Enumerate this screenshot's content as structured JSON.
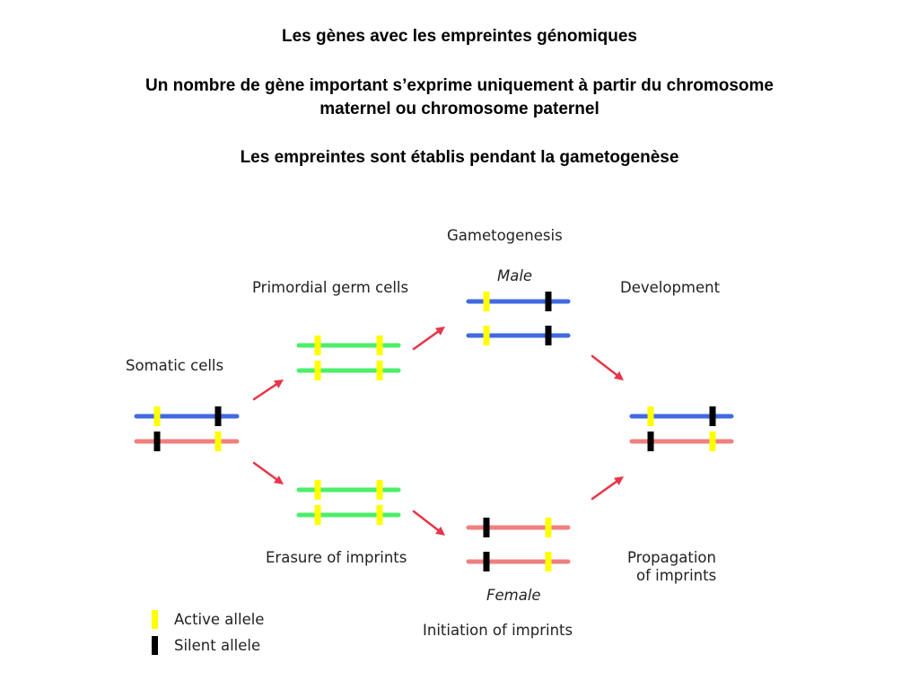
{
  "heading": {
    "line1": "Les gènes avec les empreintes génomiques",
    "line2": "Un nombre de gène important s’exprime uniquement à partir du chromosome",
    "line3": "maternel ou chromosome paternel",
    "line4": "Les empreintes sont établis pendant la gametogenèse"
  },
  "labels": {
    "gametogenesis": "Gametogenesis",
    "male": "Male",
    "female": "Female",
    "primordial": "Primordial germ cells",
    "development": "Development",
    "somatic": "Somatic cells",
    "erasure": "Erasure of imprints",
    "propagation1": "Propagation",
    "propagation2": "of imprints",
    "initiation": "Initiation of imprints"
  },
  "legend": {
    "active": "Active allele",
    "silent": "Silent allele"
  },
  "colors": {
    "paternal": "#4169e1",
    "maternal": "#f08080",
    "erased": "#4cee6a",
    "active": "#ffff00",
    "silent": "#000000",
    "arrow": "#e8354a"
  }
}
